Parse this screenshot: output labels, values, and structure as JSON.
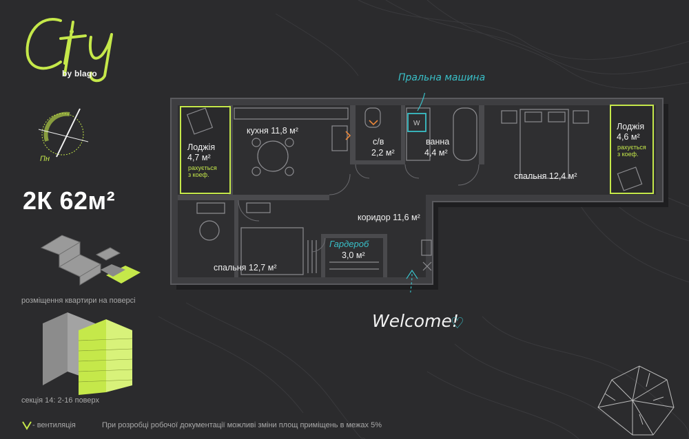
{
  "brand": {
    "name": "City",
    "sub": "by blago"
  },
  "compass": {
    "label": "Пн"
  },
  "apartment": {
    "title": "2К 62м²"
  },
  "floor_caption": "розміщення квартири на поверсі",
  "section_caption": "секція 14: 2-16 поверх",
  "legend": {
    "vent_label": "- вентиляція",
    "vent_color": "#c5e84a"
  },
  "disclaimer": "При розробці робочої документації можливі зміни площ приміщень в межах 5%",
  "accent_color": "#c5e84a",
  "annotation_color": "#39c0c8",
  "annotations": {
    "washing_machine": "Пральна машина",
    "welcome": "Welcome!",
    "heart": "♡"
  },
  "rooms": {
    "loggia_left": {
      "name": "Лоджія",
      "area": "4,7 м²",
      "note1": "рахується",
      "note2": "з коеф."
    },
    "kitchen": {
      "name": "кухня 11,8 м²"
    },
    "wc": {
      "name": "с/в",
      "area": "2,2 м²"
    },
    "bath": {
      "name": "ванна",
      "area": "4,4 м²"
    },
    "bedroom_right": {
      "name": "спальня 12,4 м²"
    },
    "loggia_right": {
      "name": "Лоджія",
      "area": "4,6 м²",
      "note1": "рахується",
      "note2": "з коеф."
    },
    "corridor": {
      "name": "коридор 11,6 м²"
    },
    "wardrobe": {
      "name": "Гардероб",
      "area": "3,0 м²"
    },
    "bedroom_left": {
      "name": "спальня 12,7 м²"
    }
  },
  "washer_symbol": "W"
}
